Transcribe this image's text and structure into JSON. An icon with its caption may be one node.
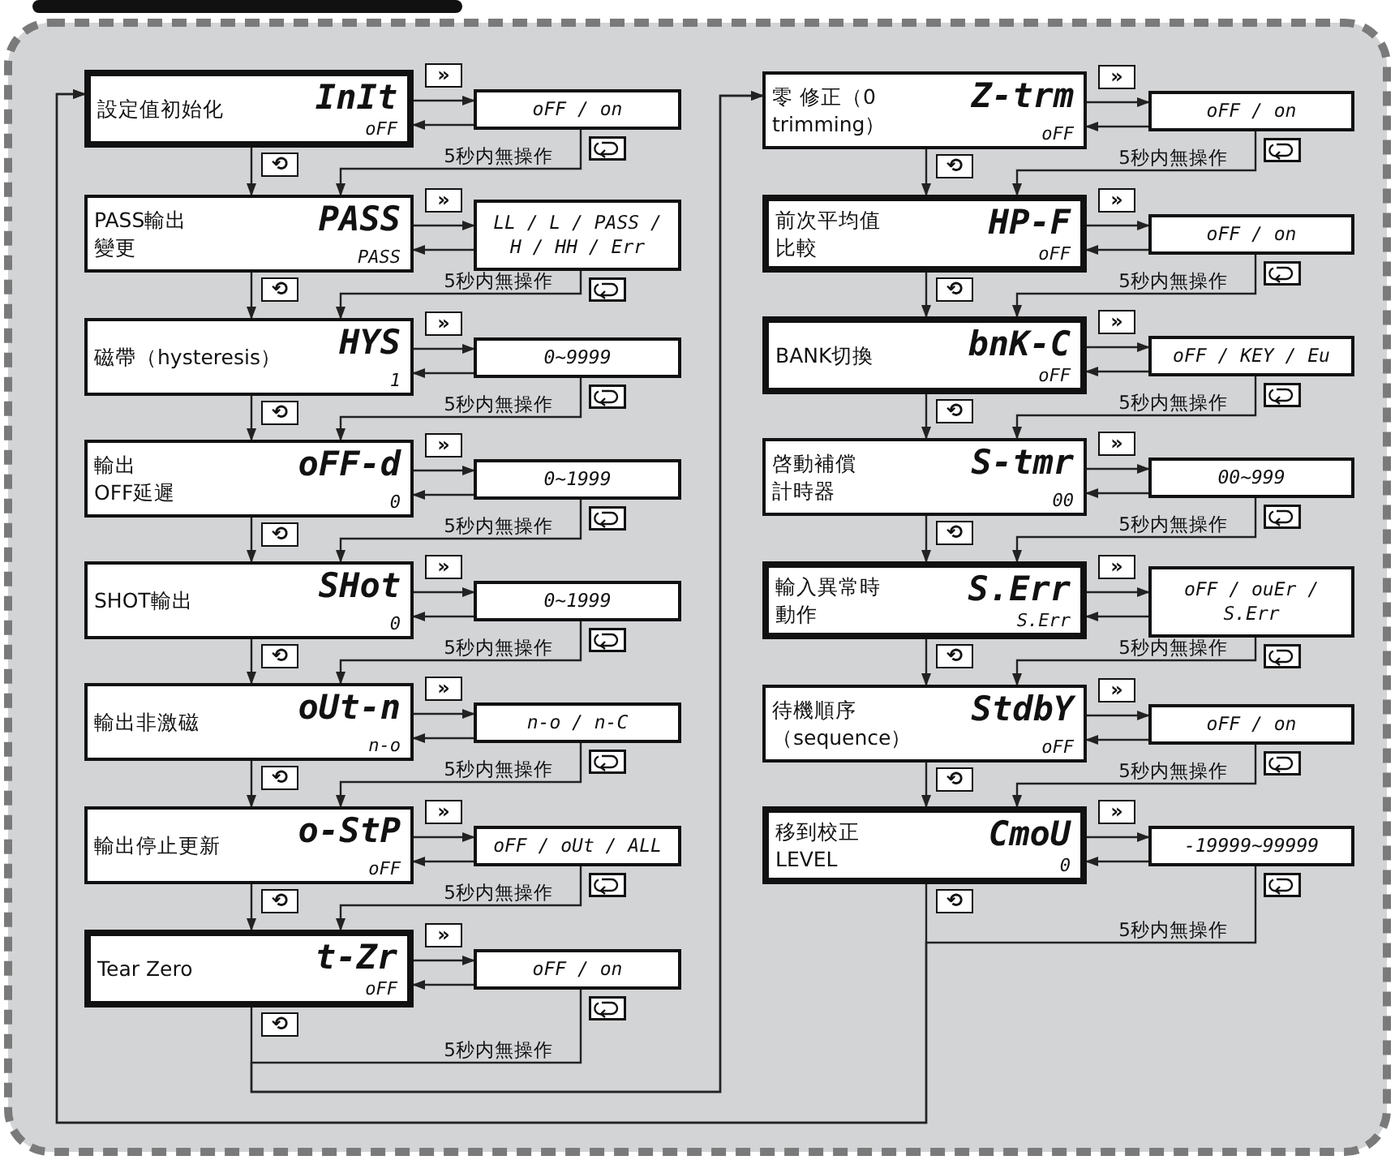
{
  "diagram": {
    "nodes": [
      {
        "text": [
          "設定值初始化",
          "InIt",
          "oFF"
        ]
      },
      {
        "text": [
          "oFF / on"
        ]
      },
      {
        "text": [
          "PASS輸出變更",
          "PASS",
          "PASS"
        ]
      },
      {
        "text": [
          "LL / L / PASS / H / HH / Err"
        ]
      },
      {
        "text": [
          "磁帶（hysteresis）",
          "HYS",
          "1"
        ]
      },
      {
        "text": [
          "0~9999"
        ]
      },
      {
        "text": [
          "輸出 OFF延遲",
          "oFF-d",
          "0"
        ]
      },
      {
        "text": [
          "0~1999"
        ]
      },
      {
        "text": [
          "SHOT輸出",
          "SHot",
          "0"
        ]
      },
      {
        "text": [
          "0~1999"
        ]
      },
      {
        "text": [
          "輸出非激磁",
          "oUt-n",
          "n-o"
        ]
      },
      {
        "text": [
          "n-o / n-C"
        ]
      },
      {
        "text": [
          "輸出停止更新",
          "o-StP",
          "oFF"
        ]
      },
      {
        "text": [
          "oFF / oUt / ALL"
        ]
      },
      {
        "text": [
          "Tear Zero",
          "t-Zr",
          "oFF"
        ]
      },
      {
        "text": [
          "oFF / on"
        ]
      },
      {
        "text": [
          "零 修正（0 trimming）",
          "Z-trm",
          "oFF"
        ]
      },
      {
        "text": [
          "oFF / on"
        ]
      },
      {
        "text": [
          "前次平均值比較",
          "HP-F",
          "oFF"
        ]
      },
      {
        "text": [
          "oFF / on"
        ]
      },
      {
        "text": [
          "BANK切換",
          "bnK-C",
          "oFF"
        ]
      },
      {
        "text": [
          "oFF / KEY / Eu"
        ]
      },
      {
        "text": [
          "啓動補償計時器",
          "S-tmr",
          "00"
        ]
      },
      {
        "text": [
          "00~999"
        ]
      },
      {
        "text": [
          "輸入異常時動作",
          "S.Err",
          "S.Err"
        ]
      },
      {
        "text": [
          "oFF / ouEr / S.Err"
        ]
      },
      {
        "text": [
          "待機順序（sequence）",
          "StdbY",
          "oFF"
        ]
      },
      {
        "text": [
          "oFF / on"
        ]
      },
      {
        "text": [
          "移到校正 LEVEL",
          "CmoU",
          "0"
        ]
      },
      {
        "text": [
          "-19999~99999"
        ]
      }
    ],
    "edges": [
      {
        "from": 0,
        "to": 1,
        "arrow": "to",
        "label": "»"
      },
      {
        "from": 1,
        "to": 0,
        "arrow": "to"
      },
      {
        "from": 0,
        "to": 2,
        "arrow": "to",
        "label": "⟲"
      },
      {
        "from": 1,
        "to": 2,
        "arrow": "to",
        "label": "5秒内無操作"
      },
      {
        "from": 2,
        "to": 3,
        "arrow": "to",
        "label": "»"
      },
      {
        "from": 3,
        "to": 2,
        "arrow": "to"
      },
      {
        "from": 2,
        "to": 4,
        "arrow": "to",
        "label": "⟲"
      },
      {
        "from": 3,
        "to": 4,
        "arrow": "to",
        "label": "5秒内無操作"
      },
      {
        "from": 4,
        "to": 5,
        "arrow": "to",
        "label": "»"
      },
      {
        "from": 5,
        "to": 4,
        "arrow": "to"
      },
      {
        "from": 4,
        "to": 6,
        "arrow": "to",
        "label": "⟲"
      },
      {
        "from": 5,
        "to": 6,
        "arrow": "to",
        "label": "5秒内無操作"
      },
      {
        "from": 6,
        "to": 7,
        "arrow": "to",
        "label": "»"
      },
      {
        "from": 7,
        "to": 6,
        "arrow": "to"
      },
      {
        "from": 6,
        "to": 8,
        "arrow": "to",
        "label": "⟲"
      },
      {
        "from": 7,
        "to": 8,
        "arrow": "to",
        "label": "5秒内無操作"
      },
      {
        "from": 8,
        "to": 9,
        "arrow": "to",
        "label": "»"
      },
      {
        "from": 9,
        "to": 8,
        "arrow": "to"
      },
      {
        "from": 8,
        "to": 10,
        "arrow": "to",
        "label": "⟲"
      },
      {
        "from": 9,
        "to": 10,
        "arrow": "to",
        "label": "5秒内無操作"
      },
      {
        "from": 10,
        "to": 11,
        "arrow": "to",
        "label": "»"
      },
      {
        "from": 11,
        "to": 10,
        "arrow": "to"
      },
      {
        "from": 10,
        "to": 12,
        "arrow": "to",
        "label": "⟲"
      },
      {
        "from": 11,
        "to": 12,
        "arrow": "to",
        "label": "5秒内無操作"
      },
      {
        "from": 12,
        "to": 13,
        "arrow": "to",
        "label": "»"
      },
      {
        "from": 13,
        "to": 12,
        "arrow": "to"
      },
      {
        "from": 12,
        "to": 14,
        "arrow": "to",
        "label": "⟲"
      },
      {
        "from": 13,
        "to": 14,
        "arrow": "to",
        "label": "5秒内無操作"
      },
      {
        "from": 14,
        "to": 15,
        "arrow": "to",
        "label": "»"
      },
      {
        "from": 15,
        "to": 14,
        "arrow": "to"
      },
      {
        "from": 14,
        "to": 16,
        "arrow": "to",
        "label": "⟲"
      },
      {
        "from": 15,
        "to": 16,
        "arrow": "to",
        "label": "5秒内無操作"
      },
      {
        "from": 16,
        "to": 17,
        "arrow": "to",
        "label": "»"
      },
      {
        "from": 17,
        "to": 16,
        "arrow": "to"
      },
      {
        "from": 16,
        "to": 18,
        "arrow": "to",
        "label": "⟲"
      },
      {
        "from": 17,
        "to": 18,
        "arrow": "to",
        "label": "5秒内無操作"
      },
      {
        "from": 18,
        "to": 19,
        "arrow": "to",
        "label": "»"
      },
      {
        "from": 19,
        "to": 18,
        "arrow": "to"
      },
      {
        "from": 18,
        "to": 20,
        "arrow": "to",
        "label": "⟲"
      },
      {
        "from": 19,
        "to": 20,
        "arrow": "to",
        "label": "5秒内無操作"
      },
      {
        "from": 20,
        "to": 21,
        "arrow": "to",
        "label": "»"
      },
      {
        "from": 21,
        "to": 20,
        "arrow": "to"
      },
      {
        "from": 20,
        "to": 22,
        "arrow": "to",
        "label": "⟲"
      },
      {
        "from": 21,
        "to": 22,
        "arrow": "to",
        "label": "5秒内無操作"
      },
      {
        "from": 22,
        "to": 23,
        "arrow": "to",
        "label": "»"
      },
      {
        "from": 23,
        "to": 22,
        "arrow": "to"
      },
      {
        "from": 22,
        "to": 24,
        "arrow": "to",
        "label": "⟲"
      },
      {
        "from": 23,
        "to": 24,
        "arrow": "to",
        "label": "5秒内無操作"
      },
      {
        "from": 24,
        "to": 25,
        "arrow": "to",
        "label": "»"
      },
      {
        "from": 25,
        "to": 24,
        "arrow": "to"
      },
      {
        "from": 24,
        "to": 26,
        "arrow": "to",
        "label": "⟲"
      },
      {
        "from": 25,
        "to": 26,
        "arrow": "to",
        "label": "5秒内無操作"
      },
      {
        "from": 26,
        "to": 27,
        "arrow": "to",
        "label": "»"
      },
      {
        "from": 27,
        "to": 26,
        "arrow": "to"
      },
      {
        "from": 26,
        "to": 28,
        "arrow": "to",
        "label": "⟲"
      },
      {
        "from": 27,
        "to": 28,
        "arrow": "to",
        "label": "5秒内無操作"
      },
      {
        "from": 28,
        "to": 29,
        "arrow": "to",
        "label": "»"
      },
      {
        "from": 29,
        "to": 28,
        "arrow": "to"
      },
      {
        "from": 28,
        "to": 0,
        "arrow": "to",
        "label": "⟲"
      },
      {
        "from": 29,
        "to": 0,
        "arrow": "to",
        "label": "5秒内無操作"
      }
    ]
  }
}
